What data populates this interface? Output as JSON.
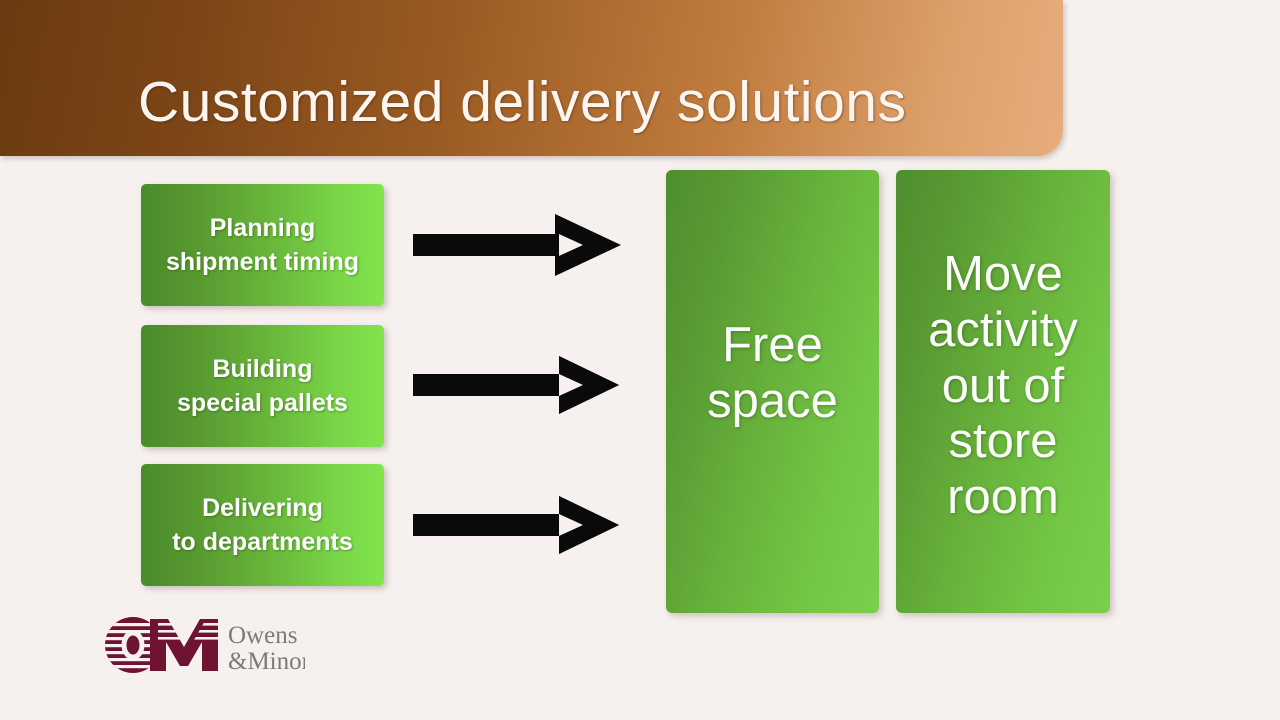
{
  "slide": {
    "title": "Customized delivery solutions",
    "background_color": "#f6f0ef",
    "title_bar_gradient_from": "#6b3a12",
    "title_bar_gradient_to": "#e6ad7c"
  },
  "process": {
    "steps": [
      {
        "label": "Planning\nshipment timing"
      },
      {
        "label": "Building\nspecial pallets"
      },
      {
        "label": "Delivering\nto departments"
      }
    ],
    "arrows": [
      {
        "name": "arrow-right-icon"
      },
      {
        "name": "arrow-right-icon"
      },
      {
        "name": "arrow-right-icon"
      }
    ],
    "outcomes": [
      {
        "label": "Free\nspace"
      },
      {
        "label": "Move\nactivity\nout of\nstore\nroom"
      }
    ],
    "step_gradient_from": "#4a8c2c",
    "step_gradient_to": "#81e54d",
    "outcome_gradient_from": "#4e8f2e",
    "outcome_gradient_to": "#7ad04a",
    "arrow_color": "#0a0a0a"
  },
  "logo": {
    "name": "owens-and-minor-logo",
    "wordmark_line1": "Owens",
    "wordmark_line2": "&Minor",
    "mark_text": "OM",
    "mark_color": "#6e1432",
    "wordmark_color": "#7b7b7b"
  }
}
